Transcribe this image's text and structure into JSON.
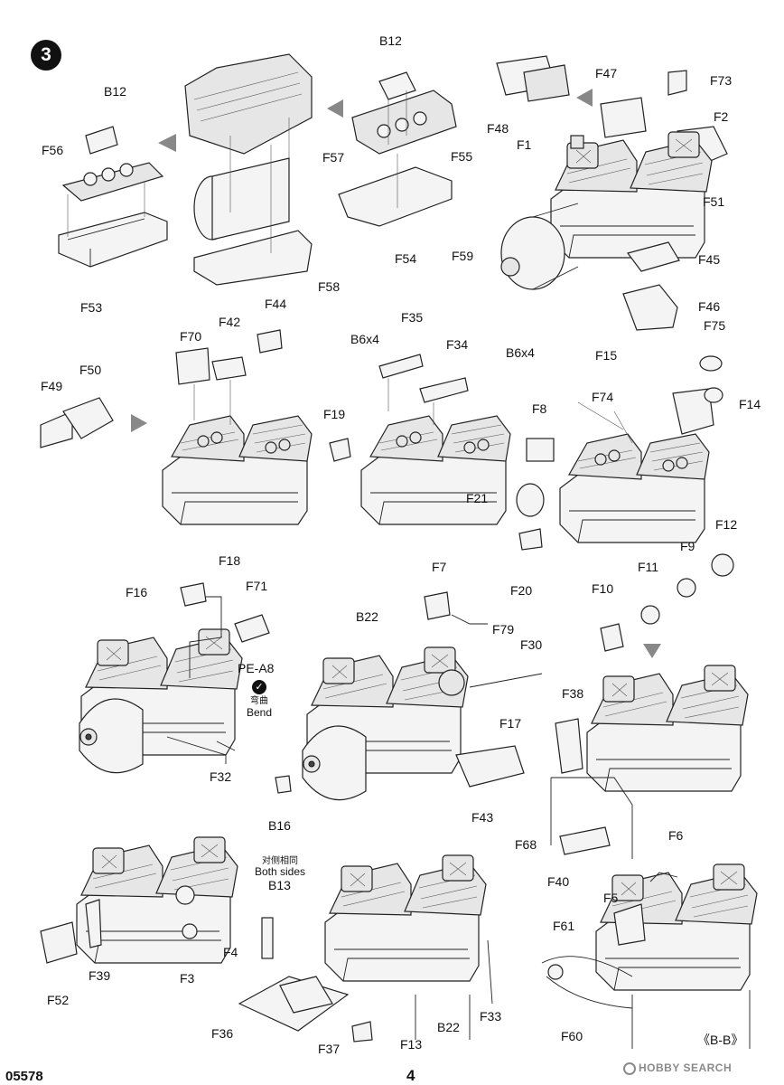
{
  "step": "3",
  "footer": {
    "code": "05578",
    "page": "4"
  },
  "section_mark": "《B-B》",
  "watermark": "HOBBY SEARCH",
  "notes": {
    "bend_cn": "弯曲",
    "bend_en": "Bend",
    "both_sides_cn": "对侧相同",
    "both_sides_en": "Both sides"
  },
  "labels": {
    "B12a": "B12",
    "F56": "F56",
    "F53": "F53",
    "B12b": "B12",
    "F57": "F57",
    "F58": "F58",
    "F55": "F55",
    "F54": "F54",
    "F47": "F47",
    "F48": "F48",
    "F73": "F73",
    "F2": "F2",
    "F1": "F1",
    "F51": "F51",
    "F59": "F59",
    "F45": "F45",
    "F46": "F46",
    "F50": "F50",
    "F49": "F49",
    "F70": "F70",
    "F42": "F42",
    "F44": "F44",
    "F35": "F35",
    "B6x4a": "B6x4",
    "F34": "F34",
    "B6x4b": "B6x4",
    "F19": "F19",
    "F75": "F75",
    "F15": "F15",
    "F14": "F14",
    "F8": "F8",
    "F74": "F74",
    "F21": "F21",
    "F20": "F20",
    "F12": "F12",
    "F9": "F9",
    "F11": "F11",
    "F10": "F10",
    "F18": "F18",
    "F16": "F16",
    "F71": "F71",
    "PEA8": "PE-A8",
    "F32": "F32",
    "F7": "F7",
    "B22a": "B22",
    "F79": "F79",
    "F30": "F30",
    "F17": "F17",
    "B16": "B16",
    "F43": "F43",
    "F38": "F38",
    "F68": "F68",
    "F40": "F40",
    "B13": "B13",
    "F52": "F52",
    "F39": "F39",
    "F3": "F3",
    "F4": "F4",
    "F36": "F36",
    "F37": "F37",
    "F13": "F13",
    "B22b": "B22",
    "F33": "F33",
    "F6": "F6",
    "F5": "F5",
    "F61": "F61",
    "F60": "F60"
  },
  "colors": {
    "line": "#222222",
    "fill": "#f4f4f4",
    "badge": "#111111",
    "watermark": "#8a8a8a"
  }
}
